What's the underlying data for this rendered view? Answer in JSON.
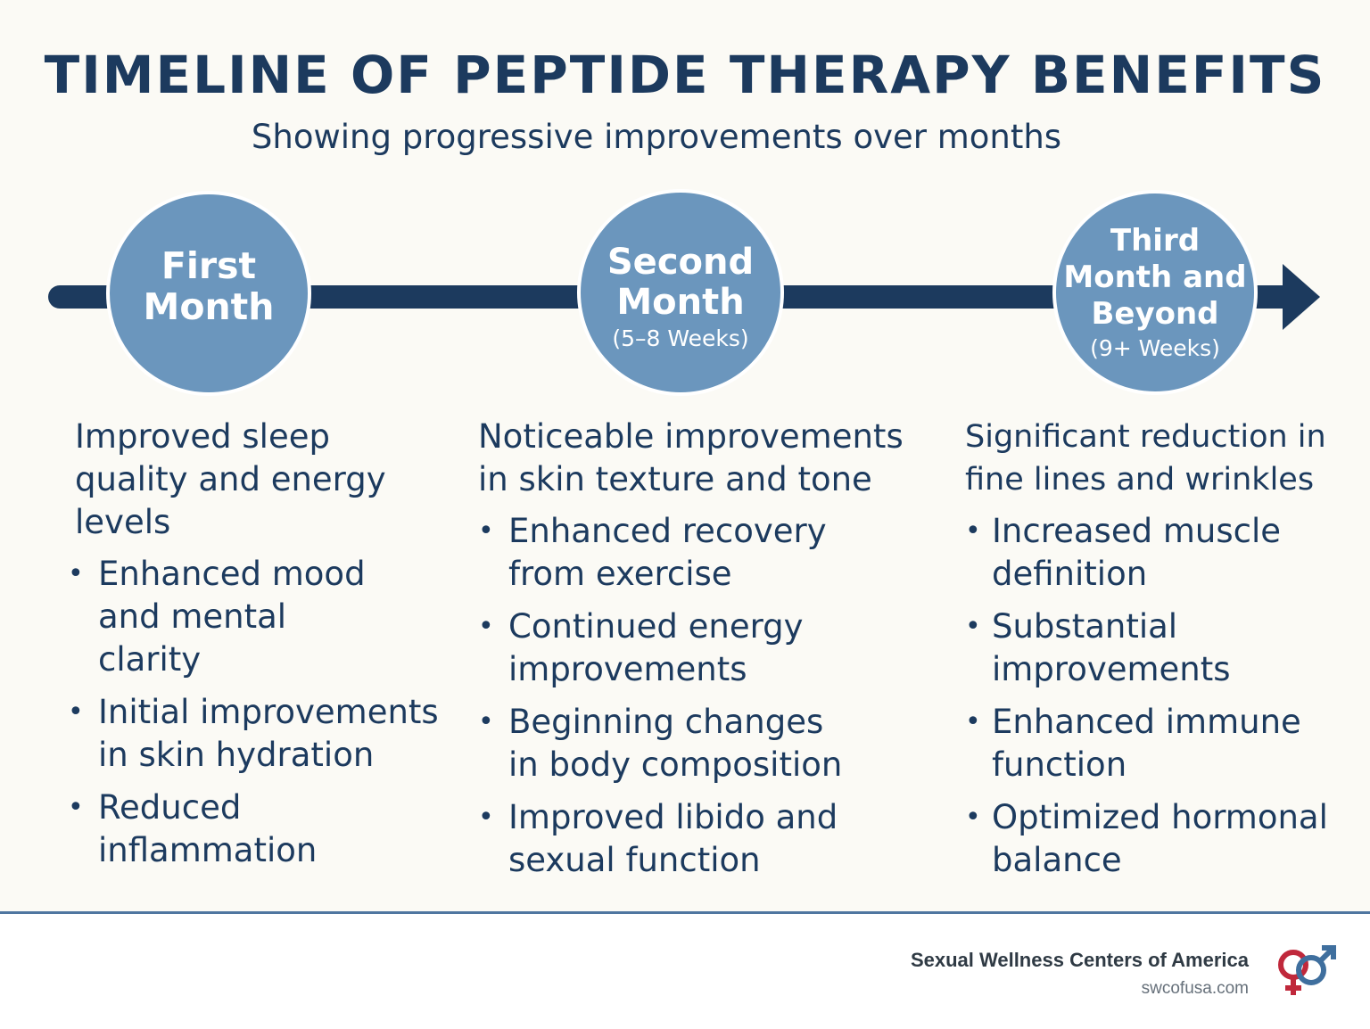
{
  "title": "TIMELINE OF PEPTIDE THERAPY BENEFITS",
  "subtitle": "Showing progressive improvements over months",
  "colors": {
    "navy": "#1c3a5e",
    "circle": "#6b96bd",
    "circle_border": "#ffffff",
    "logo_red": "#c0283b",
    "logo_blue": "#3f6f9e"
  },
  "stages": [
    {
      "name": "First Month",
      "weeks": "",
      "lead": "Improved sleep quality and energy levels",
      "bullets": [
        "Enhanced mood and mental clarity",
        "Initial improvements in skin hydration",
        "Reduced inflammation"
      ]
    },
    {
      "name": "Second Month",
      "weeks": "(5–8 Weeks)",
      "lead": "Noticeable improvements in skin texture and tone",
      "bullets": [
        "Enhanced recovery from exercise",
        "Continued energy improvements",
        "Beginning changes in body composition",
        "Improved libido and sexual function"
      ]
    },
    {
      "name": "Third Month and Beyond",
      "weeks": "(9+ Weeks)",
      "lead": "Significant reduction in fine lines and wrinkles",
      "bullets": [
        "Increased muscle definition",
        "Substantial improvements",
        "Enhanced immune function",
        "Optimized hormonal balance"
      ]
    }
  ],
  "footer": {
    "brand": "Sexual Wellness Centers of America",
    "url": "swcofusa.com",
    "logo_icon": "gender-symbols-icon"
  }
}
